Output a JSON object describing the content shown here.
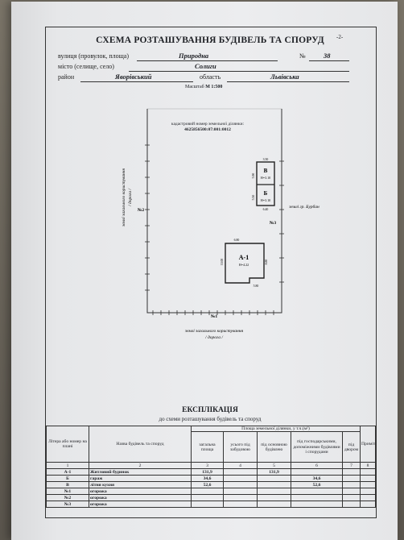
{
  "page_number": "-2-",
  "title": "СХЕМА РОЗТАШУВАННЯ БУДІВЕЛЬ ТА СПОРУД",
  "address": {
    "street_label": "вулиця (провулок, площа)",
    "street_value": "Природна",
    "number_label": "№",
    "number_value": "38",
    "town_label": "місто (селище, село)",
    "town_value": "Солиги",
    "district_label": "район",
    "district_value": "Яворівський",
    "region_label": "область",
    "region_value": "Львівська"
  },
  "scale": {
    "label": "Масштаб",
    "value": "М 1:500"
  },
  "cadastral": {
    "label": "кадастровий номер земельної ділянки:",
    "number": "4625856500:07:001:0012"
  },
  "plan": {
    "left_road_line1": "землі загального користування",
    "left_road_line2": "/ дорога /",
    "bottom_road_line1": "землі загального користування",
    "bottom_road_line2": "/ дорога /",
    "right_neighbor": "землі гр. Бурбан",
    "boundary_no1": "№1",
    "boundary_no2": "№2",
    "boundary_no3": "№3",
    "building_a1": {
      "label": "А-1",
      "floors": "Н=4.22",
      "dim_top": "6.80",
      "dim_left": "10.00",
      "dim_bottom": "5.80",
      "dim_right": "8.80"
    },
    "building_b_upper": {
      "label": "В",
      "floors": "Н=3.10",
      "dim_left": "5.90",
      "dim_top": "3.50"
    },
    "building_b_lower": {
      "label": "Б",
      "floors": "Н=3.10",
      "dim_left": "5.50",
      "dim_bottom": "6.40"
    }
  },
  "explication": {
    "title": "ЕКСПЛІКАЦІЯ",
    "subtitle": "до схеми розташування будівель та споруд",
    "headers": {
      "col1": "Літера або номер на плані",
      "col2": "Назва будівель та споруд",
      "group": "Площа земельної ділянки, у т.ч.(м²)",
      "col3": "загальна площа",
      "col4": "усього під забудовою",
      "col5": "під основною будівлею",
      "col6": "під господарськими, допоміжними будівлями і спорудами",
      "col7": "під двором",
      "col8": "Примітка"
    },
    "col_numbers": [
      "1",
      "2",
      "3",
      "4",
      "5",
      "6",
      "7",
      "8"
    ],
    "rows": [
      {
        "letter": "А-1",
        "name": "Житловий будинок",
        "total": "131,9",
        "built": "",
        "main": "131,9",
        "aux": "",
        "yard": "",
        "note": ""
      },
      {
        "letter": "Б",
        "name": "гараж",
        "total": "34,6",
        "built": "",
        "main": "",
        "aux": "34,6",
        "yard": "",
        "note": ""
      },
      {
        "letter": "В",
        "name": "літня кухня",
        "total": "52,6",
        "built": "",
        "main": "",
        "aux": "52,6",
        "yard": "",
        "note": ""
      },
      {
        "letter": "№1",
        "name": "огорожа",
        "total": "",
        "built": "",
        "main": "",
        "aux": "",
        "yard": "",
        "note": ""
      },
      {
        "letter": "№2",
        "name": "огорожа",
        "total": "",
        "built": "",
        "main": "",
        "aux": "",
        "yard": "",
        "note": ""
      },
      {
        "letter": "№3",
        "name": "огорожа",
        "total": "",
        "built": "",
        "main": "",
        "aux": "",
        "yard": "",
        "note": ""
      }
    ]
  }
}
